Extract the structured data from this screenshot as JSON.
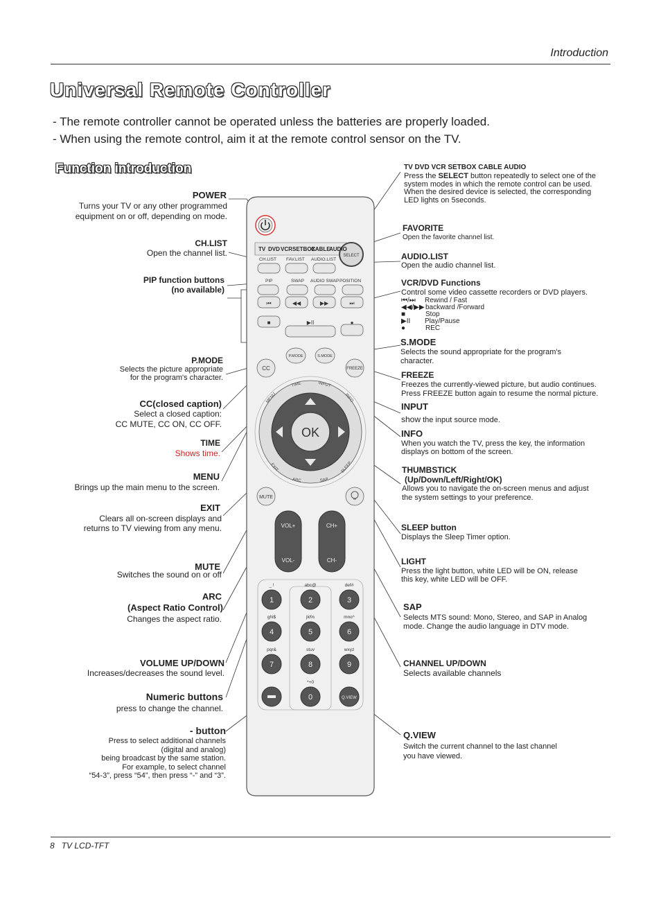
{
  "header": {
    "section": "Introduction"
  },
  "title": "Universal Remote Controller",
  "bullets": [
    "- The remote controller cannot be operated unless the batteries are properly loaded.",
    "- When using the remote control, aim it at the remote control sensor on the TV."
  ],
  "section_title": "Function introduction",
  "left": {
    "power": {
      "label": "POWER",
      "desc1": "Turns your TV or any other programmed",
      "desc2": "equipment on or off, depending on mode."
    },
    "chlist": {
      "label": "CH.LIST",
      "desc": "Open the channel list."
    },
    "pip": {
      "label1": "PIP function buttons",
      "label2": "(no available)"
    },
    "pmode": {
      "label": "P.MODE",
      "desc1": "Selects the picture appropriate",
      "desc2": "for the program's character."
    },
    "cc": {
      "label": "CC(closed caption)",
      "desc1": "Select a closed caption:",
      "desc2": "CC MUTE, CC ON, CC OFF."
    },
    "time": {
      "label": "TIME",
      "desc": "Shows time."
    },
    "menu": {
      "label": "MENU",
      "desc": "Brings up the main menu to the screen."
    },
    "exit": {
      "label": "EXIT",
      "desc1": "Clears all on-screen displays and",
      "desc2": "returns to TV viewing from any menu."
    },
    "mute": {
      "label": "MUTE",
      "desc": "Switches the sound on or off"
    },
    "arc": {
      "label1": "ARC",
      "label2": "(Aspect Ratio Control)",
      "desc": "Changes the aspect ratio."
    },
    "volume": {
      "label": "VOLUME UP/DOWN",
      "desc": "Increases/decreases the sound level."
    },
    "numeric": {
      "label": "Numeric buttons",
      "desc": "press to change the channel."
    },
    "dash": {
      "label": "- button",
      "desc1": "Press to select additional channels",
      "desc2": "(digital and analog)",
      "desc3": "being broadcast by the same station.",
      "desc4": "For example, to select channel",
      "desc5": "“54-3”, press “54”, then press “-” and “3”."
    }
  },
  "right": {
    "modes": {
      "label": "TV DVD VCR SETBOX CABLE AUDIO",
      "desc1a": "Press the ",
      "desc1b": "SELECT",
      "desc1c": " button repeatedly to select one of the",
      "desc2": "system modes in which the remote control can be used.",
      "desc3": "When the desired device is selected, the corresponding",
      "desc4": "LED lights on 5seconds."
    },
    "favorite": {
      "label": "FAVORITE",
      "desc": "Open the favorite channel list."
    },
    "audiolist": {
      "label": "AUDIO.LIST",
      "desc": "Open the audio channel list."
    },
    "vcr": {
      "label": "VCR/DVD Functions",
      "desc": "Control some video cassette recorders or DVD players.",
      "items": [
        {
          "icon": "rewind-fast-icon",
          "glyph": "⏮/⏭",
          "text1": "Rewind / Fast"
        },
        {
          "icon": "backward-forward-icon",
          "glyph": "◀◀/▶▶",
          "text1": "backward /Forward"
        },
        {
          "icon": "stop-icon",
          "glyph": "■",
          "text1": "Stop"
        },
        {
          "icon": "play-pause-icon",
          "glyph": "▶II",
          "text1": "Play/Pause"
        },
        {
          "icon": "record-icon",
          "glyph": "●",
          "text1": "REC"
        }
      ]
    },
    "smode": {
      "label": "S.MODE",
      "desc1": "Selects the sound appropriate for the program's",
      "desc2": "character."
    },
    "freeze": {
      "label": "FREEZE",
      "desc1": "Freezes the currently-viewed picture, but audio continues.",
      "desc2": "Press FREEZE button again to resume the normal picture."
    },
    "input": {
      "label": "INPUT",
      "desc_a": "show",
      "desc_b": " the input source mode."
    },
    "info": {
      "label": "INFO",
      "desc1": "When you watch the TV, press the key, the information",
      "desc2": "displays on bottom of the screen."
    },
    "thumb": {
      "label1": "THUMBSTICK",
      "label2": "(Up/Down/Left/Right/OK)",
      "desc1": "Allows you to navigate the on-screen menus and adjust",
      "desc2": "the system settings to your preference."
    },
    "sleep": {
      "label": "SLEEP button",
      "desc": "Displays the Sleep Timer option."
    },
    "light": {
      "label": "LIGHT",
      "desc1": "Press the light button, white LED will be ON, release",
      "desc2": "this key, white LED will be OFF."
    },
    "sap": {
      "label": "SAP",
      "desc1": "Selects MTS sound: Mono, Stereo, and SAP in Analog",
      "desc2": "mode. Change the audio language in DTV mode."
    },
    "channel": {
      "label": "CHANNEL UP/DOWN",
      "desc": "Selects available channels"
    },
    "qview": {
      "label": "Q.VIEW",
      "desc1": "Switch the current channel to the last channel",
      "desc2": "you have viewed."
    }
  },
  "remote": {
    "modes": [
      "TV",
      "DVD",
      "VCR",
      "SETBOX",
      "CABLE",
      "AUDIO"
    ],
    "select": "SELECT",
    "row1": [
      "CH.LIST",
      "FAV.LIST",
      "AUDIO.LIST"
    ],
    "row2": [
      "PIP",
      "SWAP",
      "AUDIO SWAP",
      "POSITION"
    ],
    "pmode": "P.MODE",
    "smode": "S.MODE",
    "cc": "CC",
    "freeze": "FREEZE",
    "ring": [
      "MENU",
      "TIME",
      "INPUT",
      "INFO",
      "EXIT",
      "ARC",
      "SAP",
      "SLEEP"
    ],
    "ok": "OK",
    "mute": "MUTE",
    "vol_up": "VOL+",
    "vol_down": "VOL-",
    "ch_up": "CH+",
    "ch_down": "CH-",
    "keys": [
      "1",
      "2",
      "3",
      "4",
      "5",
      "6",
      "7",
      "8",
      "9",
      "0"
    ],
    "key_letters": [
      "_ !",
      "abc@",
      "def#",
      "ghi$",
      "jkl%",
      "mno^",
      "pqr&",
      "stuv",
      "wxyz",
      "*+0"
    ],
    "qview": "Q.VIEW"
  },
  "footer": {
    "page": "8",
    "model": "TV LCD-TFT"
  }
}
